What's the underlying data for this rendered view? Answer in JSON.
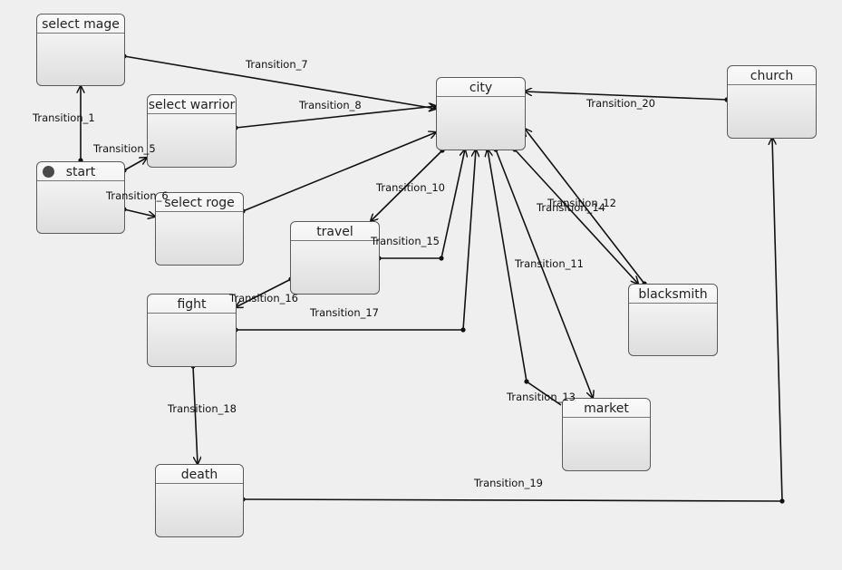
{
  "states": {
    "select_mage": "select mage",
    "select_warrior": "select warrior",
    "start": "start",
    "select_roge": "select roge",
    "city": "city",
    "church": "church",
    "travel": "travel",
    "fight": "fight",
    "blacksmith": "blacksmith",
    "market": "market",
    "death": "death"
  },
  "transitions": {
    "t1": "Transition_1",
    "t5": "Transition_5",
    "t6": "Transition_6",
    "t7": "Transition_7",
    "t8": "Transition_8",
    "t10": "Transition_10",
    "t11": "Transition_11",
    "t12": "Transition_12",
    "t13": "Transition_13",
    "t14": "Transition_14",
    "t15": "Transition_15",
    "t16": "Transition_16",
    "t17": "Transition_17",
    "t18": "Transition_18",
    "t19": "Transition_19",
    "t20": "Transition_20"
  }
}
